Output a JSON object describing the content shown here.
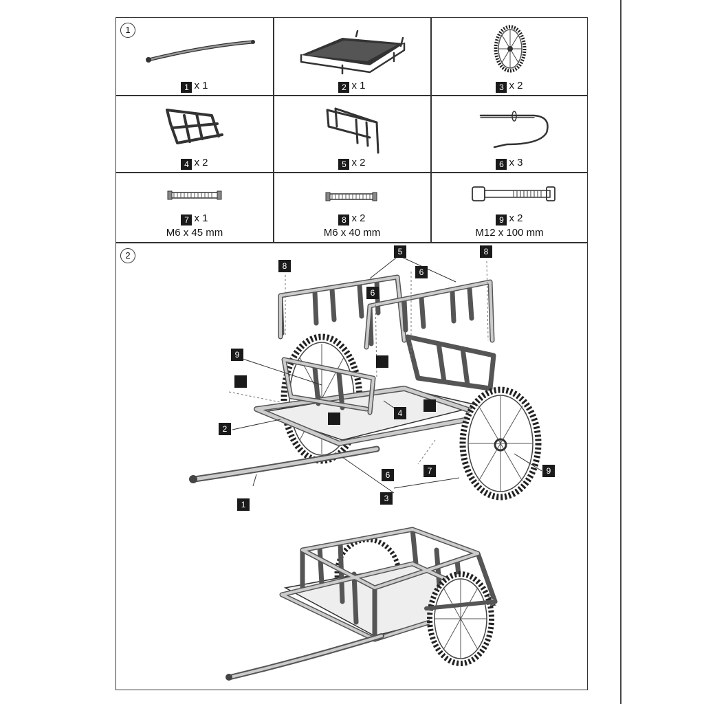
{
  "steps": [
    {
      "number": "1"
    },
    {
      "number": "2"
    }
  ],
  "parts": [
    {
      "id": "1",
      "qty": "x 1",
      "spec": ""
    },
    {
      "id": "2",
      "qty": "x 1",
      "spec": ""
    },
    {
      "id": "3",
      "qty": "x 2",
      "spec": ""
    },
    {
      "id": "4",
      "qty": "x 2",
      "spec": ""
    },
    {
      "id": "5",
      "qty": "x 2",
      "spec": ""
    },
    {
      "id": "6",
      "qty": "x 3",
      "spec": ""
    },
    {
      "id": "7",
      "qty": "x 1",
      "spec": "M6 x 45 mm"
    },
    {
      "id": "8",
      "qty": "x 2",
      "spec": "M6 x 40 mm"
    },
    {
      "id": "9",
      "qty": "x 2",
      "spec": "M12 x 100 mm"
    }
  ],
  "callouts": {
    "c8_left": "8",
    "c5": "5",
    "c6_top": "6",
    "c8_right": "8",
    "c6_inner": "6",
    "c9_left": "9",
    "c2": "2",
    "c4": "4",
    "c6_bottom": "6",
    "c7": "7",
    "c9_right": "9",
    "c1": "1",
    "c3": "3"
  }
}
